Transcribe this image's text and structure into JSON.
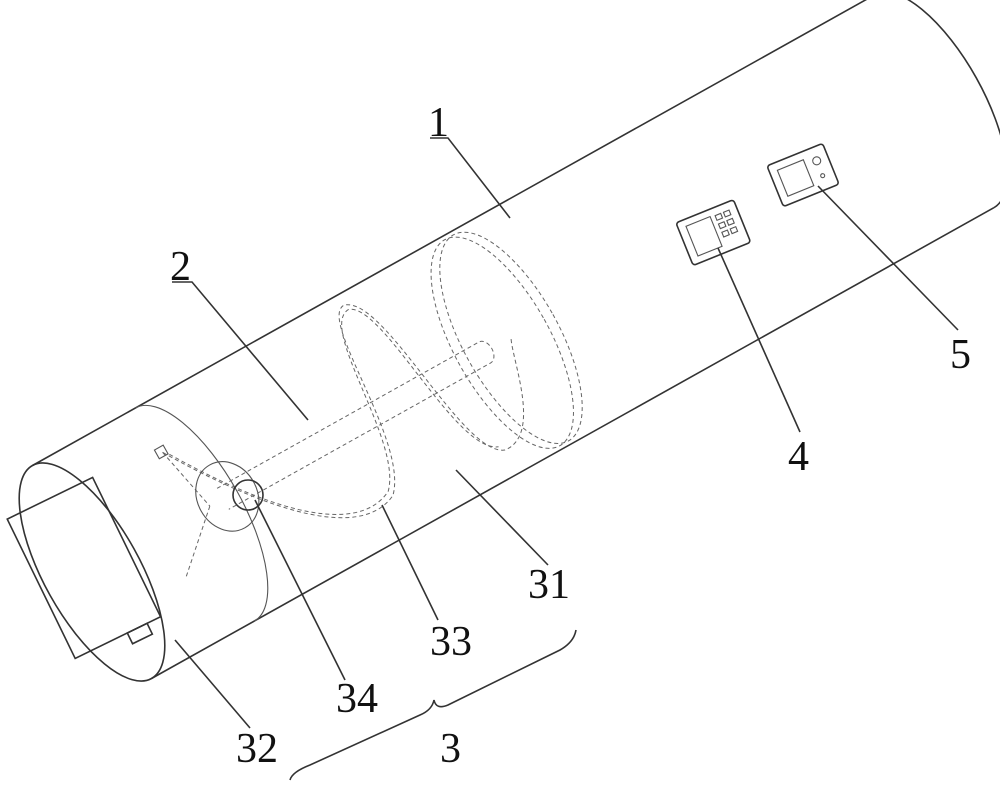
{
  "labels": {
    "tube": "1",
    "shaft": "2",
    "assembly": "3",
    "housing": "31",
    "end_cap": "32",
    "helix_blade": "33",
    "bearing": "34",
    "control_panel": "4",
    "display_unit": "5"
  }
}
